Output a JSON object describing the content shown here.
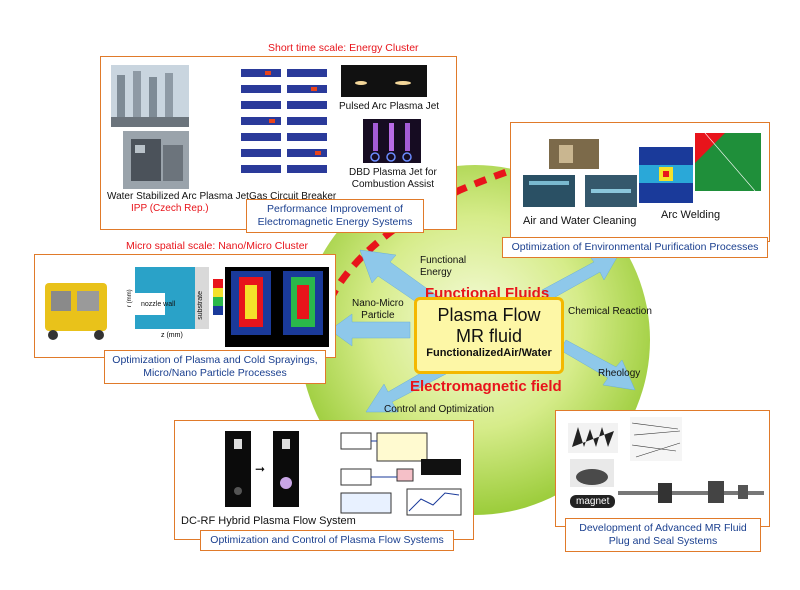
{
  "center": {
    "line1": "Plasma Flow",
    "line2": "MR fluid",
    "line3": "FunctionalizedAir/Water",
    "top_label": "Functional Fluids",
    "bottom_label": "Electromagnetic field"
  },
  "arrows": {
    "functional_energy": "Functional\nEnergy",
    "nano_micro": "Nano-Micro\nParticle",
    "chemical": "Chemical Reaction",
    "rheology": "Rheology",
    "control": "Control and Optimization"
  },
  "energy_cluster": {
    "title": "Short time scale: Energy Cluster",
    "water_jet": "Water Stabilized Arc Plasma Jet",
    "ipp": "IPP (Czech Rep.)",
    "gas_breaker": "Gas Circuit Breaker",
    "pulsed_jet": "Pulsed Arc Plasma Jet",
    "dbd": "DBD Plasma Jet for\nCombustion Assist",
    "caption": "Performance Improvement of\nElectromagnetic Energy Systems"
  },
  "env_cluster": {
    "air_water": "Air and Water Cleaning",
    "arc_welding": "Arc Welding",
    "caption": "Optimization of Environmental Purification Processes"
  },
  "nano_cluster": {
    "title": "Micro spatial scale: Nano/Micro Cluster",
    "nozzle": "nozzle wall",
    "substrate": "substrate",
    "caption": "Optimization of Plasma and Cold Sprayings,\nMicro/Nano Particle Processes"
  },
  "plasma_flow": {
    "dcrf": "DC-RF Hybrid Plasma Flow System",
    "caption": "Optimization and Control of Plasma Flow Systems"
  },
  "mr_fluid": {
    "magnet": "magnet",
    "caption": "Development of Advanced MR Fluid\nPlug and Seal Systems"
  },
  "colors": {
    "accent_red": "#e8141b",
    "caption_blue": "#1a3f8f",
    "panel_border": "#e07a2a",
    "arrow_blue": "#8ec8ea",
    "circle_green": "#b8dc52",
    "center_yellow": "#fdf7a6"
  }
}
